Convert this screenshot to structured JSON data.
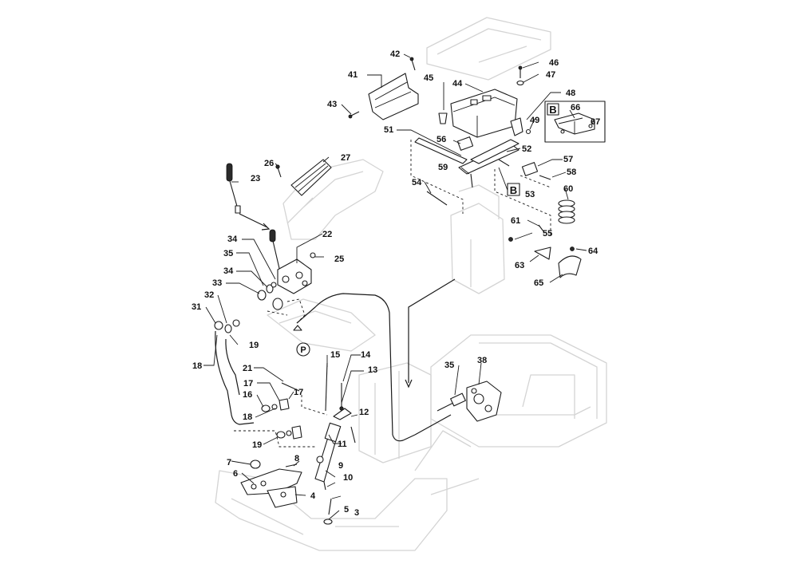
{
  "diagram": {
    "labels": {
      "l3": "3",
      "l4": "4",
      "l5": "5",
      "l6": "6",
      "l7": "7",
      "l8": "8",
      "l9": "9",
      "l10": "10",
      "l11": "11",
      "l12": "12",
      "l13": "13",
      "l14": "14",
      "l15": "15",
      "l16": "16",
      "l17a": "17",
      "l17b": "17",
      "l18a": "18",
      "l18b": "18",
      "l19a": "19",
      "l19b": "19",
      "l21": "21",
      "l22": "22",
      "l23": "23",
      "l25": "25",
      "l26": "26",
      "l27": "27",
      "l31": "31",
      "l32": "32",
      "l33": "33",
      "l34a": "34",
      "l34b": "34",
      "l35a": "35",
      "l35b": "35",
      "l38": "38",
      "l41": "41",
      "l42": "42",
      "l43": "43",
      "l44": "44",
      "l45": "45",
      "l46": "46",
      "l47": "47",
      "l48": "48",
      "l49": "49",
      "l51": "51",
      "l52": "52",
      "l53": "53",
      "l54": "54",
      "l55": "55",
      "l56": "56",
      "l57": "57",
      "l58": "58",
      "l59": "59",
      "l60": "60",
      "l61": "61",
      "l63": "63",
      "l64": "64",
      "l65": "65",
      "l66": "66",
      "l67": "67"
    },
    "marker_p": "P",
    "marker_b_ref": "B",
    "detail_b_title": "B"
  }
}
